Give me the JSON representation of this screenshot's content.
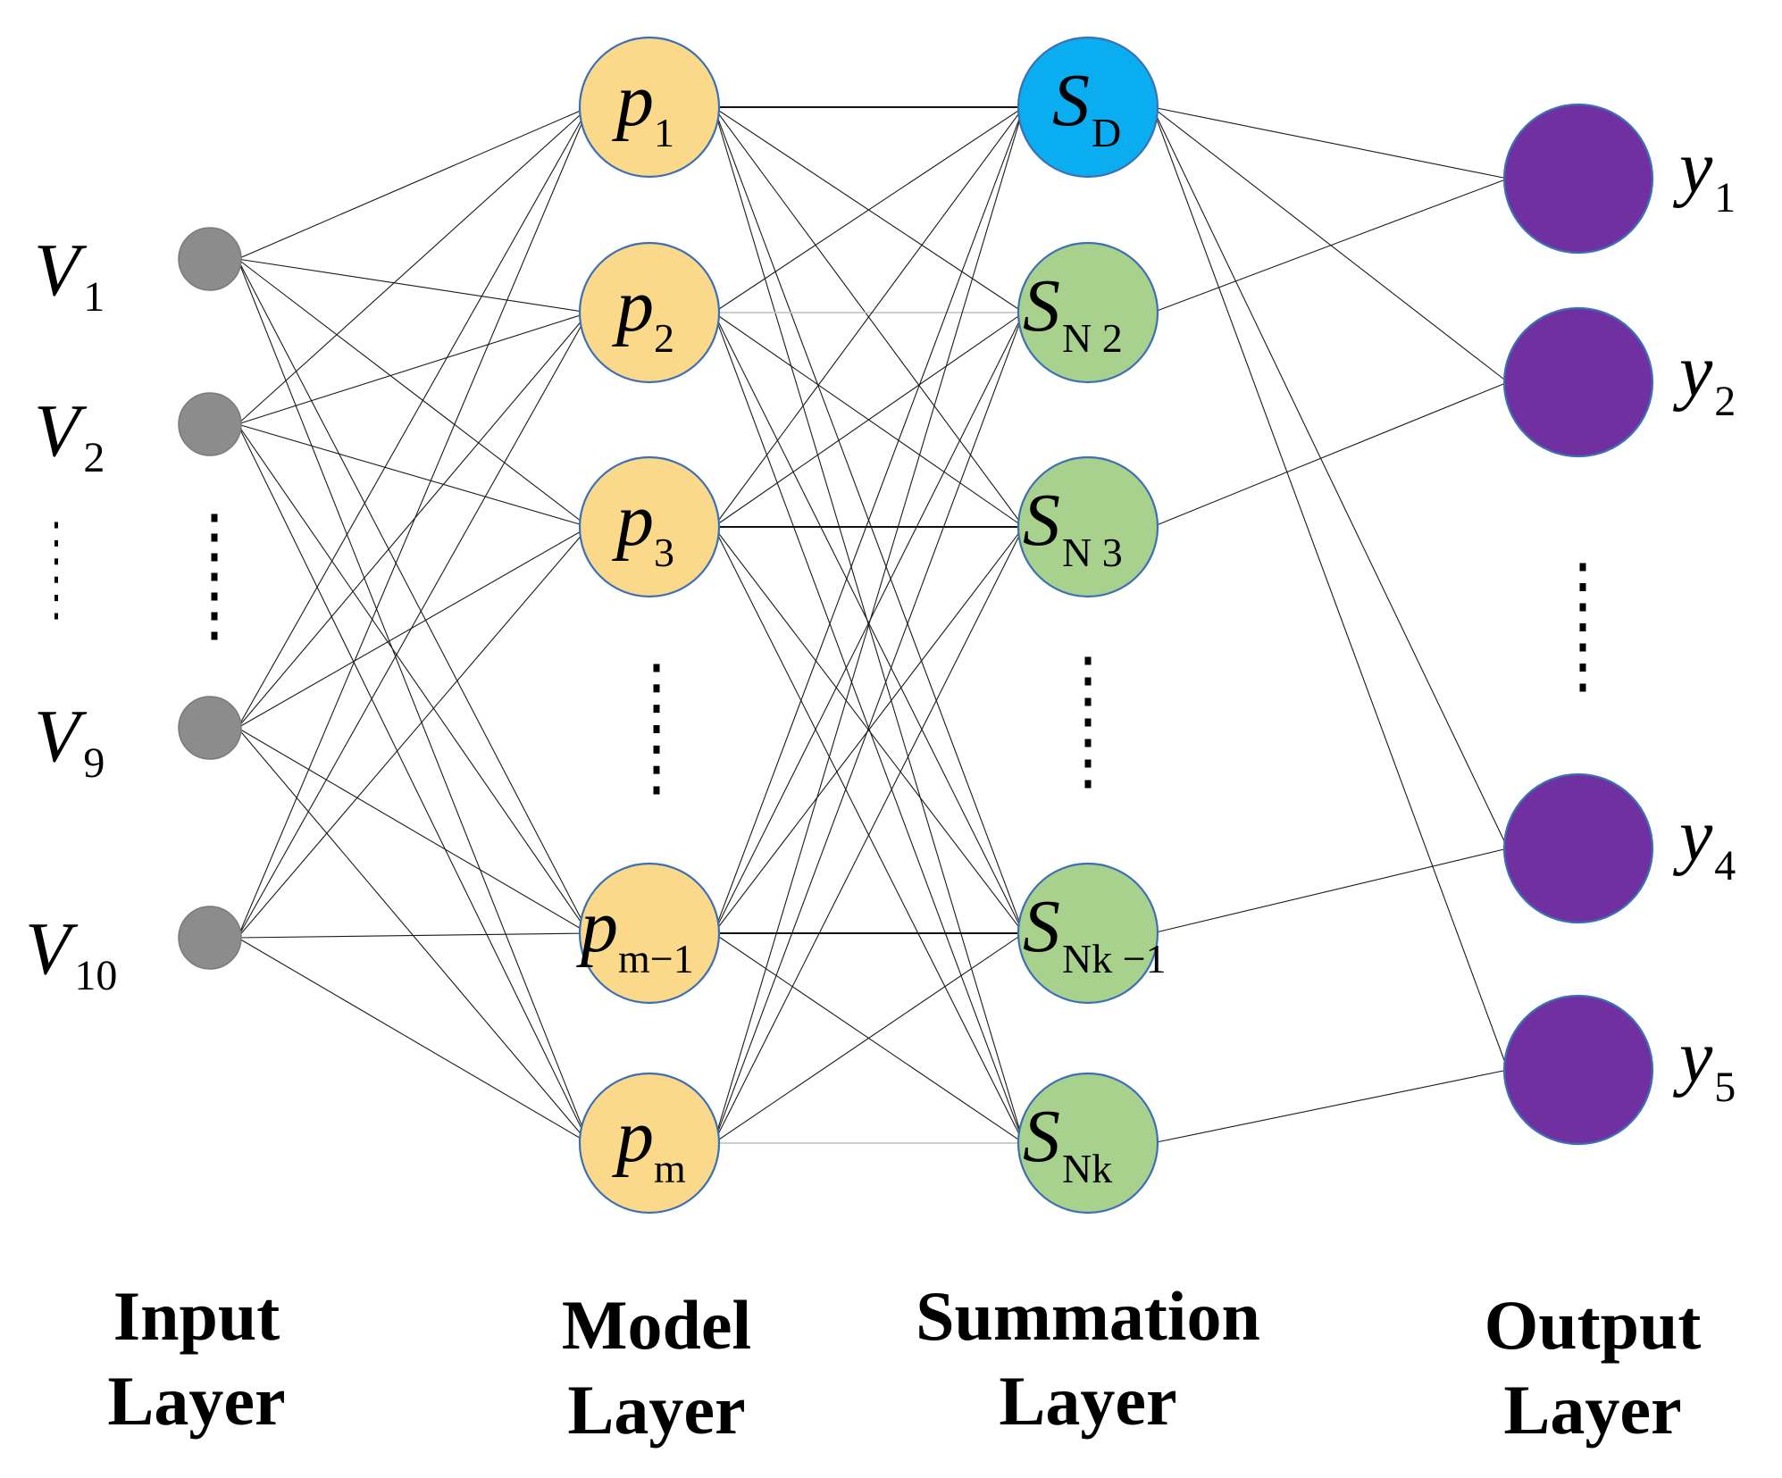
{
  "colors": {
    "input_node": "#8c8c8c",
    "model_node": "#fbd98a",
    "summation_d_node": "#0aaef0",
    "summation_n_node": "#a9d18e",
    "output_node": "#7030a0",
    "node_outline": "#3d6fb6"
  },
  "layers": {
    "input": {
      "title_line1": "Input",
      "title_line2": "Layer",
      "nodes": [
        {
          "label": "V",
          "sub": "1"
        },
        {
          "label": "V",
          "sub": "2"
        },
        {
          "label": "V",
          "sub": "9"
        },
        {
          "label": "V",
          "sub": "10"
        }
      ]
    },
    "model": {
      "title_line1": "Model",
      "title_line2": "Layer",
      "nodes": [
        {
          "label": "p",
          "sub": "1"
        },
        {
          "label": "p",
          "sub": "2"
        },
        {
          "label": "p",
          "sub": "3"
        },
        {
          "label": "p",
          "sub": "m−1"
        },
        {
          "label": "p",
          "sub": "m"
        }
      ]
    },
    "summation": {
      "title_line1": "Summation",
      "title_line2": "Layer",
      "nodes": [
        {
          "label": "S",
          "sub": "D"
        },
        {
          "label": "S",
          "sub": "N 2"
        },
        {
          "label": "S",
          "sub": "N 3"
        },
        {
          "label": "S",
          "sub": "Nk −1"
        },
        {
          "label": "S",
          "sub": "Nk"
        }
      ]
    },
    "output": {
      "title_line1": "Output",
      "title_line2": "Layer",
      "nodes": [
        {
          "label": "y",
          "sub": "1"
        },
        {
          "label": "y",
          "sub": "2"
        },
        {
          "label": "y",
          "sub": "4"
        },
        {
          "label": "y",
          "sub": "5"
        }
      ]
    }
  }
}
